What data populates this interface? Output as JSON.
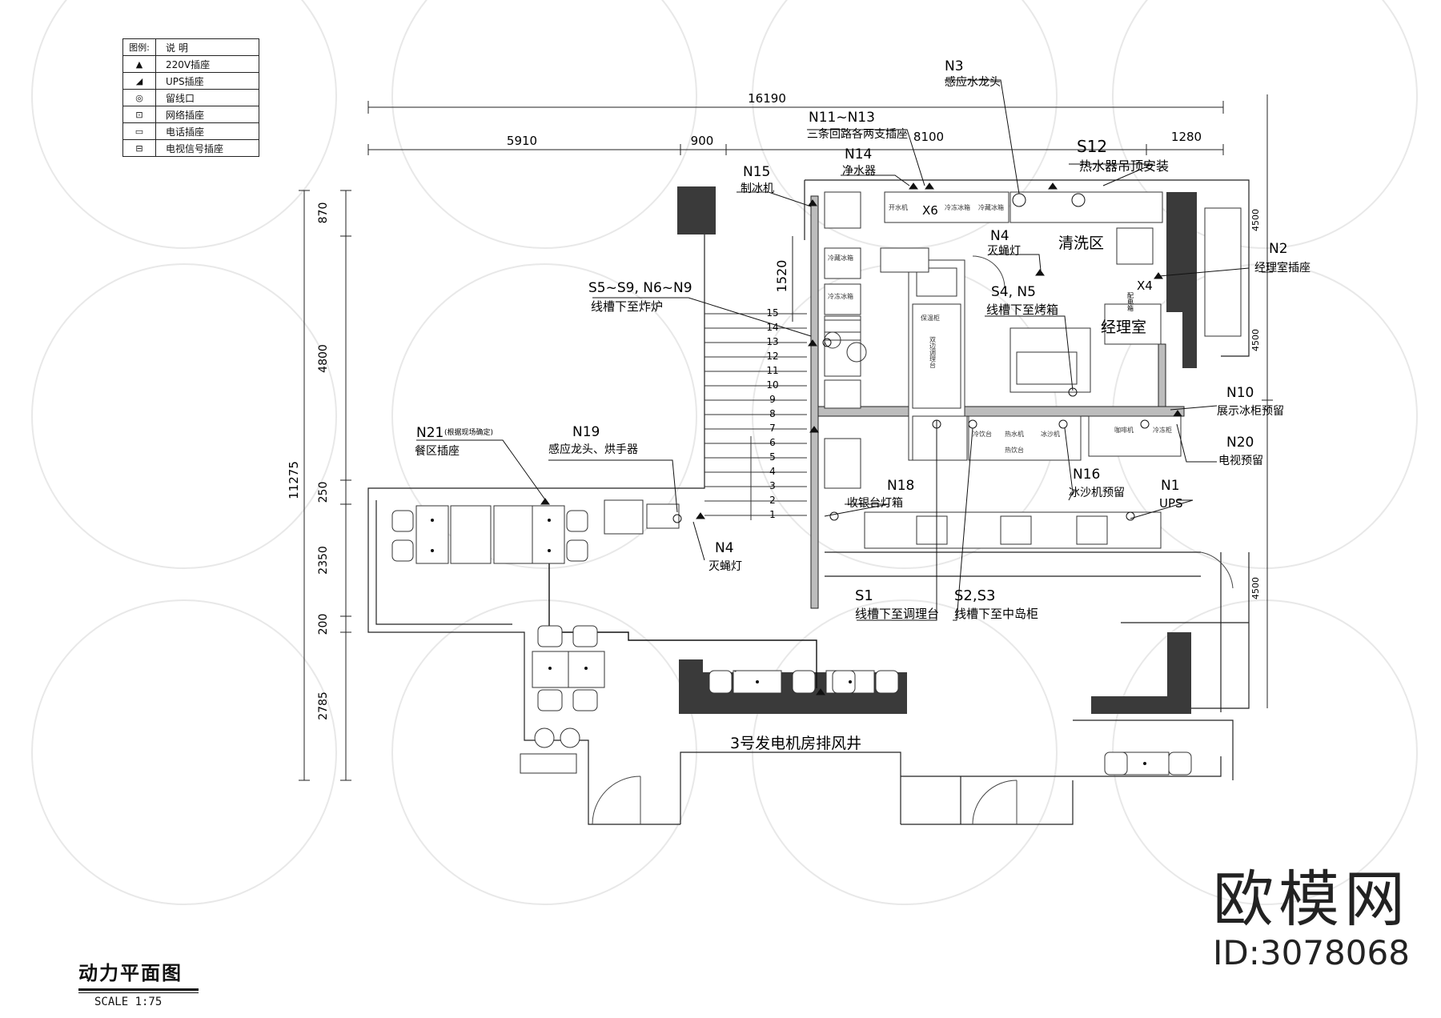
{
  "legend": {
    "header": [
      "图例:",
      "说  明"
    ],
    "items": [
      {
        "symbol": "triangle-icon",
        "label": "220V插座"
      },
      {
        "symbol": "ups-socket-icon",
        "label": "UPS插座"
      },
      {
        "symbol": "cable-outlet-icon",
        "label": "留线口"
      },
      {
        "symbol": "network-socket-icon",
        "label": "网络插座"
      },
      {
        "symbol": "phone-socket-icon",
        "label": "电话插座"
      },
      {
        "symbol": "tv-socket-icon",
        "label": "电视信号插座"
      }
    ]
  },
  "dimensions": {
    "top_total": "16190",
    "top_a": "5910",
    "top_b": "900",
    "top_c": "8100",
    "top_d": "1280",
    "left_total": "11275",
    "left_a": "870",
    "left_b": "4800",
    "left_c": "250",
    "left_d": "2350",
    "left_e": "200",
    "left_f": "2785",
    "inner_1520": "1520",
    "right_a": "4500",
    "right_b": "4500",
    "right_c": "4500"
  },
  "annotations": {
    "n3_code": "N3",
    "n3_text": "感应水龙头",
    "n11_code": "N11~N13",
    "n11_text": "三条回路各两支插座",
    "n14_code": "N14",
    "n14_text": "净水器",
    "n15_code": "N15",
    "n15_text": "制冰机",
    "s12_code": "S12",
    "s12_text": "热水器吊顶安装",
    "n4a_code": "N4",
    "n4a_text": "灭蝇灯",
    "n2_code": "N2",
    "n2_text": "经理室插座",
    "s5_code": "S5~S9, N6~N9",
    "s5_text": "线槽下至炸炉",
    "s4_code": "S4, N5",
    "s4_text": "线槽下至烤箱",
    "n10_code": "N10",
    "n10_text": "展示冰柜预留",
    "n20_code": "N20",
    "n20_text": "电视预留",
    "n21_code": "N21",
    "n21_small": "(根据现场确定)",
    "n21_text": "餐区插座",
    "n19_code": "N19",
    "n19_text": "感应龙头、烘手器",
    "n18_code": "N18",
    "n18_text": "收银台灯箱",
    "n16_code": "N16",
    "n16_text": "冰沙机预留",
    "n1_code": "N1",
    "n1_text": "UPS",
    "n4b_code": "N4",
    "n4b_text": "灭蝇灯",
    "s1_code": "S1",
    "s1_text": "线槽下至调理台",
    "s2_code": "S2,S3",
    "s2_text": "线槽下至中岛柜",
    "x6": "X6",
    "x4": "X4"
  },
  "rooms": {
    "wash_area": "清洗区",
    "manager_room": "经理室",
    "shaft": "3号发电机房排风井",
    "distribution": "配电箱"
  },
  "equipment": {
    "e1": "开水机",
    "e2": "冷冻冰箱",
    "e3": "冷藏冰箱",
    "e4": "冷藏冰箱",
    "e5": "冷冻冰箱",
    "e6": "保温柜",
    "e7": "双边调理台",
    "e8": "冷饮台",
    "e9": "热水机",
    "e10": "冰沙机",
    "e11": "热饮台",
    "e12": "咖啡机",
    "e13": "冷冻柜"
  },
  "stairs": [
    "15",
    "14",
    "13",
    "12",
    "11",
    "10",
    "9",
    "8",
    "7",
    "6",
    "5",
    "4",
    "3",
    "2",
    "1"
  ],
  "title": {
    "main": "动力平面图",
    "scale": "SCALE 1:75"
  },
  "brand": {
    "name": "欧模网",
    "id": "ID:3078068"
  }
}
